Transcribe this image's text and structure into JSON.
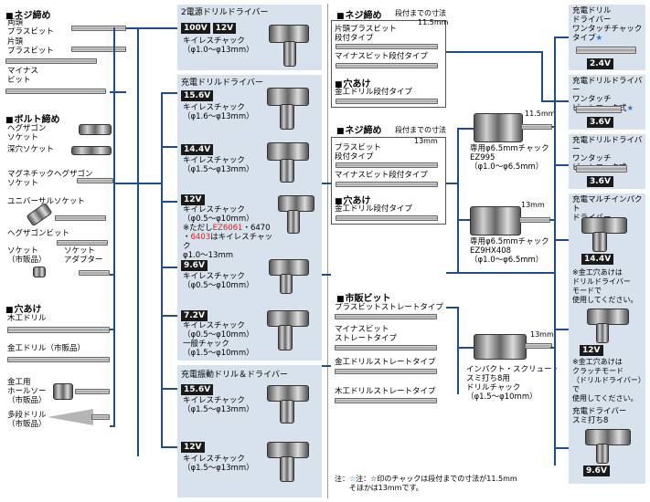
{
  "left": {
    "screw": {
      "title": "ネジ締め",
      "items": [
        "両頭\nプラスビット",
        "片頭\nプラスビット",
        "マイナス\nビット"
      ]
    },
    "bolt": {
      "title": "ボルト締め",
      "items": [
        "ヘグザゴン\nソケット",
        "深穴ソケット",
        "マグネチックヘグザゴン\nソケット",
        "ユニバーサルソケット",
        "ヘグザゴンビット",
        "ソケット\n（市販品）",
        "ソケット\nアダプター"
      ]
    },
    "hole": {
      "title": "穴あけ",
      "items": [
        "木工ドリル",
        "金工ドリル（市販品）",
        "金工用\nホールソー\n（市販品）",
        "多段ドリル\n（市販品）"
      ]
    }
  },
  "mid_panels": [
    {
      "head": "2電源ドリルドライバー",
      "tags": [
        "100V",
        "12V"
      ],
      "spec": "キイレスチャック\n（φ1.0〜φ13mm）"
    },
    {
      "head": "充電ドリルドライバー",
      "entries": [
        {
          "tag": "15.6V",
          "spec": "キイレスチャック\n（φ1.6〜φ13mm）"
        },
        {
          "tag": "14.4V",
          "spec": "キイレスチャック\n（φ1.5〜φ13mm）"
        },
        {
          "tag": "12V",
          "spec1": "キイレスチャック\n（φ0.5〜φ10mm）\n※ただし",
          "red1": "EZ6061",
          "mid": "・6470\n・",
          "red2": "6403",
          "spec2": "はキイレスチャック\nφ1.0〜13mm"
        },
        {
          "tag": "9.6V",
          "spec": "キイレスチャック\n（φ0.5〜φ10mm）"
        },
        {
          "tag": "7.2V",
          "spec": "キイレスチャック\n（φ0.5〜φ10mm）\n一般チャック\n（φ1.5〜φ10mm）"
        }
      ]
    },
    {
      "head": "充電振動ドリル＆ドライバー",
      "entries": [
        {
          "tag": "15.6V",
          "spec": "キイレスチャック\n（φ1.5〜φ13mm）"
        },
        {
          "tag": "12V",
          "spec": "キイレスチャック\n（φ1.5〜φ13mm）"
        }
      ]
    }
  ],
  "center": {
    "box1": {
      "title": "ネジ締め",
      "dim_note": "段付までの寸法",
      "dim": "11.5mm",
      "items": [
        "片頭プラスビット\n段付タイプ",
        "マイナスビット段付タイプ"
      ],
      "hole_title": "穴あけ",
      "hole_item": "金工ドリル段付タイプ"
    },
    "box2": {
      "title": "ネジ締め",
      "dim_note": "段付までの寸法",
      "dim": "13mm",
      "items": [
        "プラスビット\n段付タイプ",
        "マイナスビット段付タイプ"
      ],
      "hole_title": "穴あけ",
      "hole_item": "金工ドリル段付タイプ"
    },
    "box3": {
      "title": "市販ビット",
      "items": [
        "プラスビットストレートタイプ",
        "マイナスビット\nストレートタイプ",
        "金工ドリルストレートタイプ",
        "木工ドリルストレートタイプ"
      ]
    },
    "chuck1": {
      "dim": "11.5mm",
      "label": "専用φ6.5mmチャック\nEZ995\n（φ1.0〜φ6.5mm）"
    },
    "chuck2": {
      "dim": "13mm",
      "label": "専用φ6.5mmチャック\nEZ9HX408\n（φ1.0〜φ6.5mm）"
    },
    "chuck3": {
      "dim": "13mm",
      "label": "インパクト・スクリュー・\nスミ打ち8用\nドリルチャック\n（φ1.5〜φ10mm）"
    },
    "footnote": "注：☆印のチャックは段付までの寸法が11.5mm\n　　そほかは13mmです。"
  },
  "right_panels": [
    {
      "head": "充電ドリル\nドライバー\nワンタッチチャック\nタイプ",
      "star": "★",
      "tag": "2.4V"
    },
    {
      "head": "充電ドリルドライバー\nワンタッチ\nビットロック式",
      "star": "★",
      "tag": "3.6V"
    },
    {
      "head": "充電ドリルドライバー\nワンタッチ\nビットロック式",
      "tag": "3.6V"
    },
    {
      "head": "充電マルチインパクト\nドライバー",
      "tag": "14.4V",
      "note": "※金工穴あけは\nドリルドライバー\nモードで\n使用してください。"
    },
    {
      "tag": "12V",
      "note": "※金工穴あけは\nクラッチモード\n（ドリルドライバー）で\n使用してください。"
    },
    {
      "head": "充電ドライバー\nスミ打ち8",
      "tag": "9.6V"
    }
  ],
  "colors": {
    "wire": "#1f4e8c",
    "panel": "#d8e2ec",
    "tag_bg": "#1a1a1a",
    "star": "#2a7ad5",
    "red": "#e02020"
  }
}
